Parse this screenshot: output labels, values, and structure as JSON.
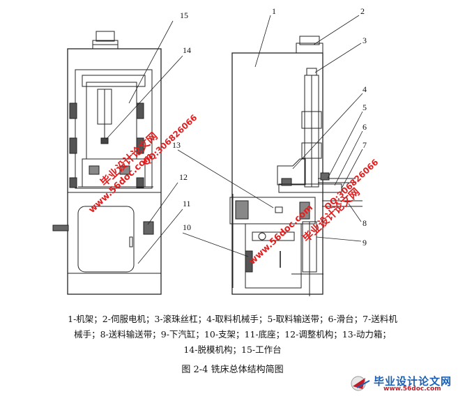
{
  "labels": {
    "left": [
      "15",
      "14",
      "12",
      "11",
      "10",
      "13"
    ],
    "right": [
      "1",
      "2",
      "3",
      "4",
      "5",
      "6",
      "7",
      "8",
      "9"
    ]
  },
  "watermarks": {
    "site_cn": "毕业设计论文网",
    "site_url": "www.56doc.com",
    "qq": "QQ:306826066"
  },
  "legend": {
    "line1": "1-机架；2-伺服电机；3-滚珠丝杠；4-取料机械手；5-取料输送带；6-滑台；7-送料机",
    "line2": "械手；8-送料输送带；9-下汽缸；10-支架；11-底座；12-调整机构；13-动力箱；",
    "line3": "14-脱模机构；15-工作台"
  },
  "figure_title": "图 2-4  铣床总体结构简图",
  "logo": {
    "name": "毕业设计论文网",
    "url": "www.56doc.com"
  },
  "colors": {
    "line": "#222222",
    "watermark_red": "#e02020",
    "logo_blue": "#1a5fb4",
    "logo_red": "#c01c28"
  }
}
